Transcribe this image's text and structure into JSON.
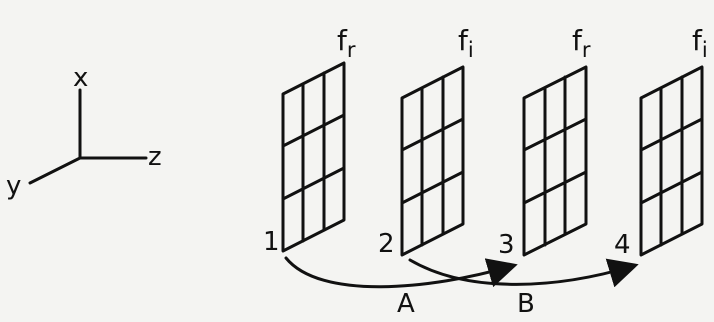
{
  "axes": {
    "x": "x",
    "y": "y",
    "z": "z"
  },
  "planes": [
    {
      "freq": "f",
      "sub": "r",
      "index": "1"
    },
    {
      "freq": "f",
      "sub": "i",
      "index": "2"
    },
    {
      "freq": "f",
      "sub": "r",
      "index": "3"
    },
    {
      "freq": "f",
      "sub": "i",
      "index": "4"
    }
  ],
  "transforms": [
    {
      "label": "A"
    },
    {
      "label": "B"
    }
  ]
}
